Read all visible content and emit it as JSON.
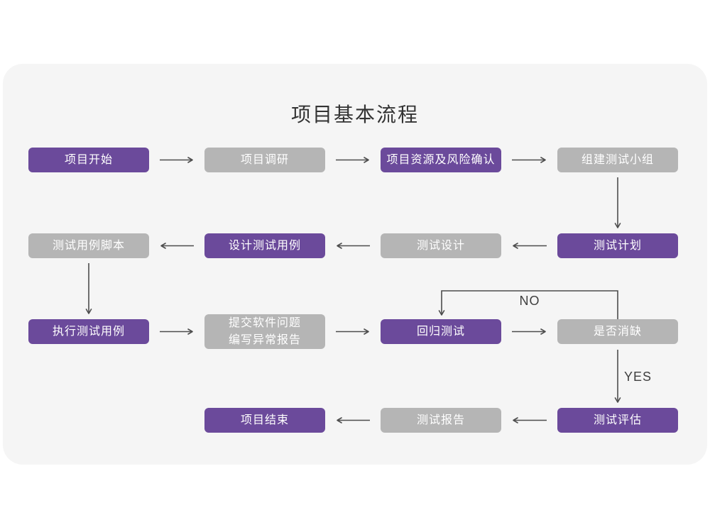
{
  "title": "项目基本流程",
  "labels": {
    "no": "NO",
    "yes": "YES"
  },
  "colors": {
    "node_purple": "#6b4a9b",
    "node_gray": "#b5b5b5",
    "card_background": "#f5f5f5",
    "arrow": "#4d4d4d",
    "title_text": "#333333",
    "node_text": "#ffffff"
  },
  "nodes": [
    {
      "label": "项目开始",
      "style": "purple"
    },
    {
      "label": "项目调研",
      "style": "gray"
    },
    {
      "label": "项目资源及风险确认",
      "style": "purple"
    },
    {
      "label": "组建测试小组",
      "style": "gray"
    },
    {
      "label": "测试计划",
      "style": "purple"
    },
    {
      "label": "测试设计",
      "style": "gray"
    },
    {
      "label": "设计测试用例",
      "style": "purple"
    },
    {
      "label": "测试用例脚本",
      "style": "gray"
    },
    {
      "label": "执行测试用例",
      "style": "purple"
    },
    {
      "label": "提交软件问题\n编写异常报告",
      "style": "gray"
    },
    {
      "label": "回归测试",
      "style": "purple"
    },
    {
      "label": "是否消缺",
      "style": "gray"
    },
    {
      "label": "测试评估",
      "style": "purple"
    },
    {
      "label": "测试报告",
      "style": "gray"
    },
    {
      "label": "项目结束",
      "style": "purple"
    }
  ]
}
